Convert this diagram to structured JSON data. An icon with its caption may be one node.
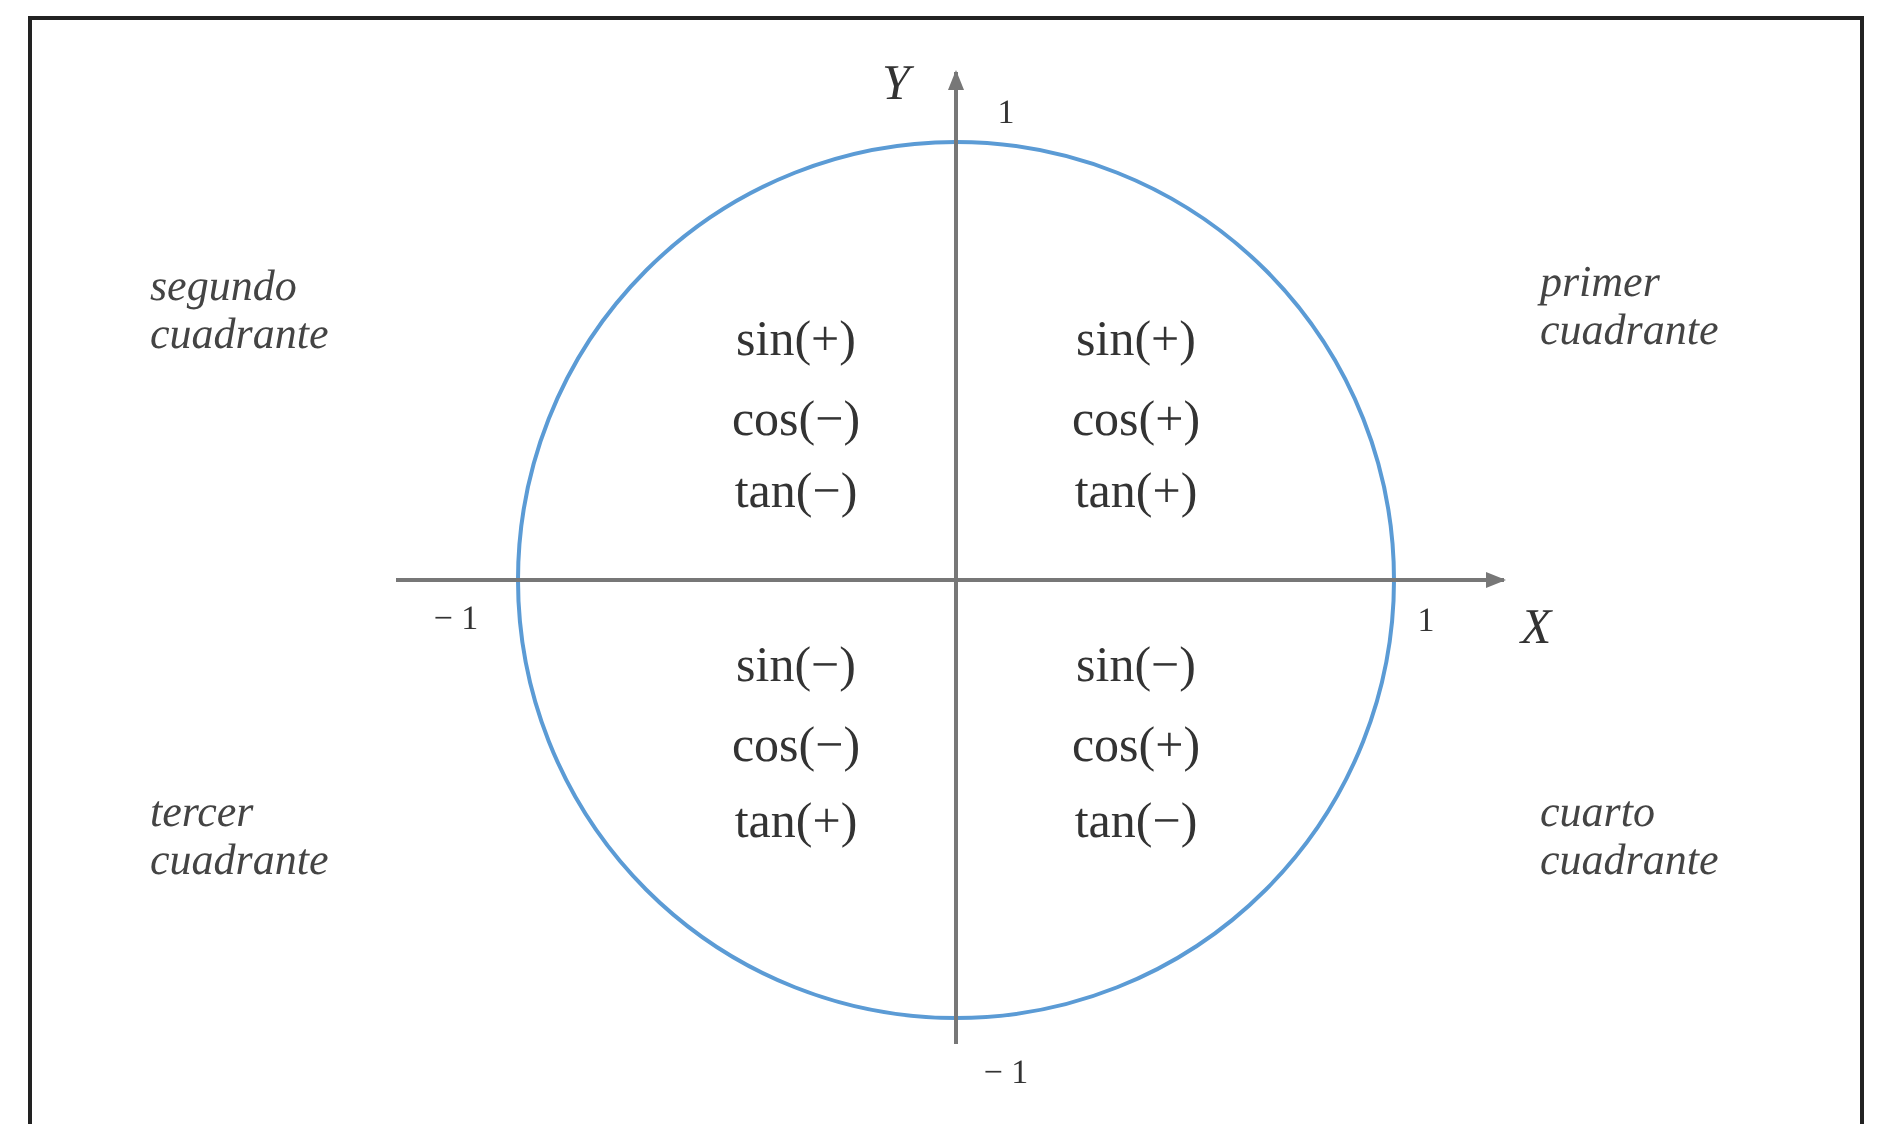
{
  "diagram": {
    "labels": [
      "Y",
      "1",
      "segundo cuadrante",
      "primer cuadrante",
      "sin(+)",
      "sin(+)",
      "cos(−)",
      "cos(+)",
      "tan(−)",
      "tan(+)",
      "− 1",
      "1",
      "X",
      "sin(−)",
      "sin(−)",
      "cos(−)",
      "cos(+)",
      "tan(+)",
      "tan(−)",
      "tercer cuadrante",
      "cuarto cuadrante",
      "− 1"
    ]
  }
}
